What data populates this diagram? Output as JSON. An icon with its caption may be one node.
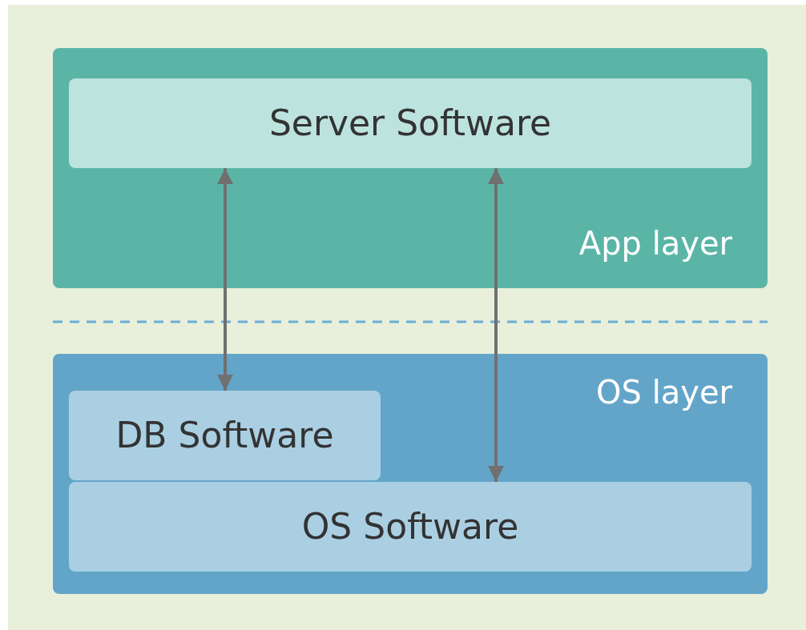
{
  "diagram": {
    "nodes": [
      {
        "text": [
          "App layer"
        ]
      },
      {
        "text": [
          "Server Software"
        ],
        "in": 0
      },
      {
        "text": [
          "OS layer"
        ]
      },
      {
        "text": [
          "DB Software"
        ],
        "in": 2
      },
      {
        "text": [
          "OS Software"
        ],
        "in": 2
      }
    ],
    "edges": [
      {
        "from": 1,
        "to": 3,
        "arrow": "both"
      },
      {
        "from": 1,
        "to": 4,
        "arrow": "both"
      }
    ]
  }
}
